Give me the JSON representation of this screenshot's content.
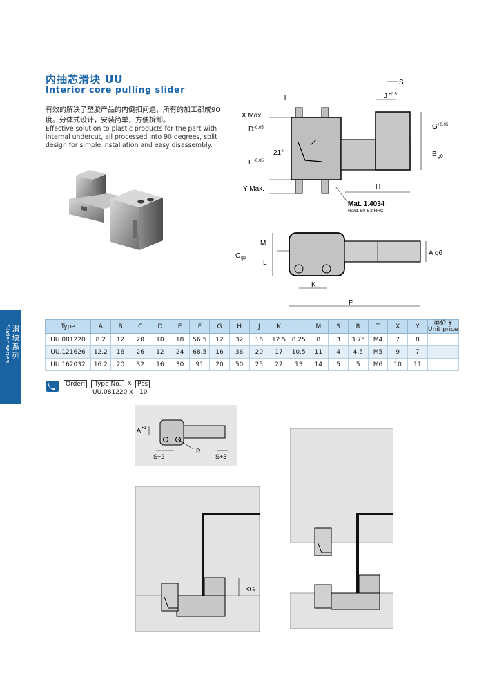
{
  "header": {
    "title_cn": "内抽芯滑块   UU",
    "title_en": "Interior core pulling slider",
    "desc_cn": "有效的解决了塑胶产品的内倒扣问题，所有的加工都成90度。分体式设计，安装简单，方便拆卸。",
    "desc_en": "Effective solution to plastic products for the part with internal undercut, all processed into 90 degrees, split design for simple installation and easy disassembly."
  },
  "side_tab": {
    "en": "Slider series",
    "cn": "滑块系列",
    "color": "#1a63a3"
  },
  "drawing_top": {
    "labels": {
      "T": "T",
      "S": "S",
      "J": "J",
      "J_tol": "+0.5",
      "X": "X Max.",
      "D": "D",
      "D_tol": "-0.05",
      "E": "E",
      "E_tol": "-0.05",
      "Y": "Y Max.",
      "angle": "21°",
      "G": "G",
      "G_tol": "+0.05",
      "B": "B",
      "B_tol": "g6",
      "H": "H",
      "mat": "Mat. 1.4034",
      "hard": "Hard. 50 ± 2 HRC"
    }
  },
  "drawing_bottom": {
    "labels": {
      "M": "M",
      "C": "C",
      "C_tol": "g6",
      "L": "L",
      "K": "K",
      "F": "F",
      "A": "A g6"
    }
  },
  "table": {
    "headers": [
      "Type",
      "A",
      "B",
      "C",
      "D",
      "E",
      "F",
      "G",
      "H",
      "J",
      "K",
      "L",
      "M",
      "S",
      "R",
      "T",
      "X",
      "Y"
    ],
    "price_cn": "单价 ¥",
    "price_en": "Unit price",
    "rows": [
      [
        "UU.081220",
        "8.2",
        "12",
        "20",
        "10",
        "18",
        "56.5",
        "12",
        "32",
        "16",
        "12.5",
        "8.25",
        "8",
        "3",
        "3.75",
        "M4",
        "7",
        "8"
      ],
      [
        "UU.121626",
        "12.2",
        "16",
        "26",
        "12",
        "24",
        "68.5",
        "16",
        "36",
        "20",
        "17",
        "10.5",
        "11",
        "4",
        "4.5",
        "M5",
        "9",
        "7"
      ],
      [
        "UU.162032",
        "16.2",
        "20",
        "32",
        "16",
        "30",
        "91",
        "20",
        "50",
        "25",
        "22",
        "13",
        "14",
        "5",
        "5",
        "M6",
        "10",
        "11"
      ]
    ]
  },
  "order": {
    "label": "Order:",
    "type_label": "Type No.",
    "x": "x",
    "pcs_label": "Pcs",
    "example_type": "UU.081220",
    "example_qty": "10"
  },
  "detail": {
    "A": "A",
    "A_tol": "+1",
    "S2": "S+2",
    "R": "R",
    "S3": "S+3"
  },
  "install": {
    "G": "≤G"
  }
}
